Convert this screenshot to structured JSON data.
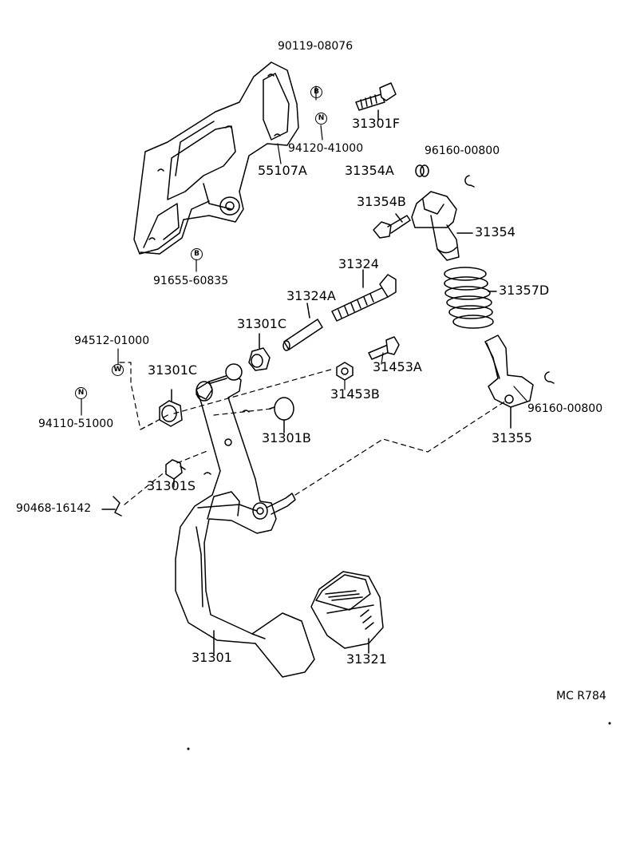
{
  "labels": {
    "p90119_08076": "90119-08076",
    "p31301F": "31301F",
    "p94120_41000": "94120-41000",
    "p55107A": "55107A",
    "p96160_00800_top": "96160-00800",
    "p31354A": "31354A",
    "p31354B": "31354B",
    "p31354": "31354",
    "p91655_60835": "91655-60835",
    "p31324": "31324",
    "p31324A": "31324A",
    "p31357D": "31357D",
    "p94512_01000": "94512-01000",
    "p31301C_upper": "31301C",
    "p31301C_lower": "31301C",
    "p31453A": "31453A",
    "p31453B": "31453B",
    "p94110_51000": "94110-51000",
    "p96160_00800_bottom": "96160-00800",
    "p31301B": "31301B",
    "p31355": "31355",
    "p31301S": "31301S",
    "p90468_16142": "90468-16142",
    "p31301": "31301",
    "p31321": "31321",
    "ref_code": "MC R784"
  },
  "badges": {
    "b_top": "B",
    "n_top": "N",
    "b_bottom": "B",
    "w_left": "W",
    "n_left": "N"
  }
}
